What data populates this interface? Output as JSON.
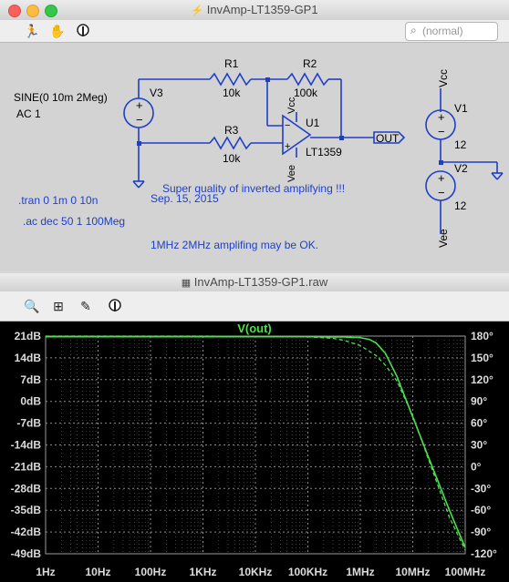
{
  "schematic_window": {
    "title": "InvAmp-LT1359-GP1",
    "search_placeholder": "(normal)",
    "toolbar_icons": [
      "run-icon",
      "pan-hand-icon",
      "halt-icon"
    ]
  },
  "schematic": {
    "source_value_1": "SINE(0 10m 2Meg)",
    "source_value_2": "AC 1",
    "v3": "V3",
    "r1": "R1",
    "r1_val": "10k",
    "r2": "R2",
    "r2_val": "100k",
    "r3": "R3",
    "r3_val": "10k",
    "u1": "U1",
    "u1_part": "LT1359",
    "vcc": "Vcc",
    "vee": "Vee",
    "out": "OUT",
    "v1": "V1",
    "v1_val": "12",
    "v2": "V2",
    "v2_val": "12",
    "vcc_label": "Vcc",
    "vee_label": "Vee",
    "tran": ".tran 0 1m 0 10n",
    "ac": ".ac dec 50 1 100Meg",
    "comment1": "Super quality of inverted amplifying !!!",
    "comment2": "Sep. 15, 2015",
    "comment3": "1MHz 2MHz amplifing may be OK."
  },
  "waveform_window": {
    "title": "InvAmp-LT1359-GP1.raw",
    "toolbar_icons": [
      "zoom-icon",
      "autorange-icon",
      "edit-icon",
      "halt-icon"
    ],
    "trace_label": "V(out)"
  },
  "chart_data": {
    "type": "line",
    "title": "V(out)",
    "xscale": "log",
    "xlim": [
      1,
      100000000
    ],
    "x_ticks": [
      "1Hz",
      "10Hz",
      "100Hz",
      "1KHz",
      "10KHz",
      "100KHz",
      "1MHz",
      "10MHz",
      "100MHz"
    ],
    "y_left_ticks": [
      "21dB",
      "14dB",
      "7dB",
      "0dB",
      "-7dB",
      "-14dB",
      "-21dB",
      "-28dB",
      "-35dB",
      "-42dB",
      "-49dB"
    ],
    "y_right_ticks": [
      "180°",
      "150°",
      "120°",
      "90°",
      "60°",
      "30°",
      "0°",
      "-30°",
      "-60°",
      "-90°",
      "-120°"
    ],
    "ylim_left": [
      -49,
      21
    ],
    "ylim_right": [
      -120,
      180
    ],
    "grid": true,
    "trace_color": "#4ddf4d",
    "series": [
      {
        "name": "magnitude",
        "style": "solid",
        "x": [
          1,
          1000,
          100000,
          500000,
          1000000,
          1500000,
          2000000,
          3000000,
          5000000,
          10000000,
          20000000,
          50000000,
          100000000
        ],
        "y": [
          20.8,
          20.8,
          20.8,
          20.7,
          20.5,
          19.9,
          18.8,
          15.5,
          8.0,
          -5.0,
          -18.0,
          -35.0,
          -47.0
        ]
      },
      {
        "name": "phase",
        "style": "dashed",
        "x": [
          1,
          1000,
          100000,
          300000,
          500000,
          1000000,
          2000000,
          3000000,
          5000000,
          10000000,
          20000000,
          50000000,
          100000000
        ],
        "y": [
          180,
          180,
          179,
          177,
          174,
          167,
          153,
          140,
          118,
          70,
          10,
          -70,
          -115
        ]
      }
    ]
  }
}
